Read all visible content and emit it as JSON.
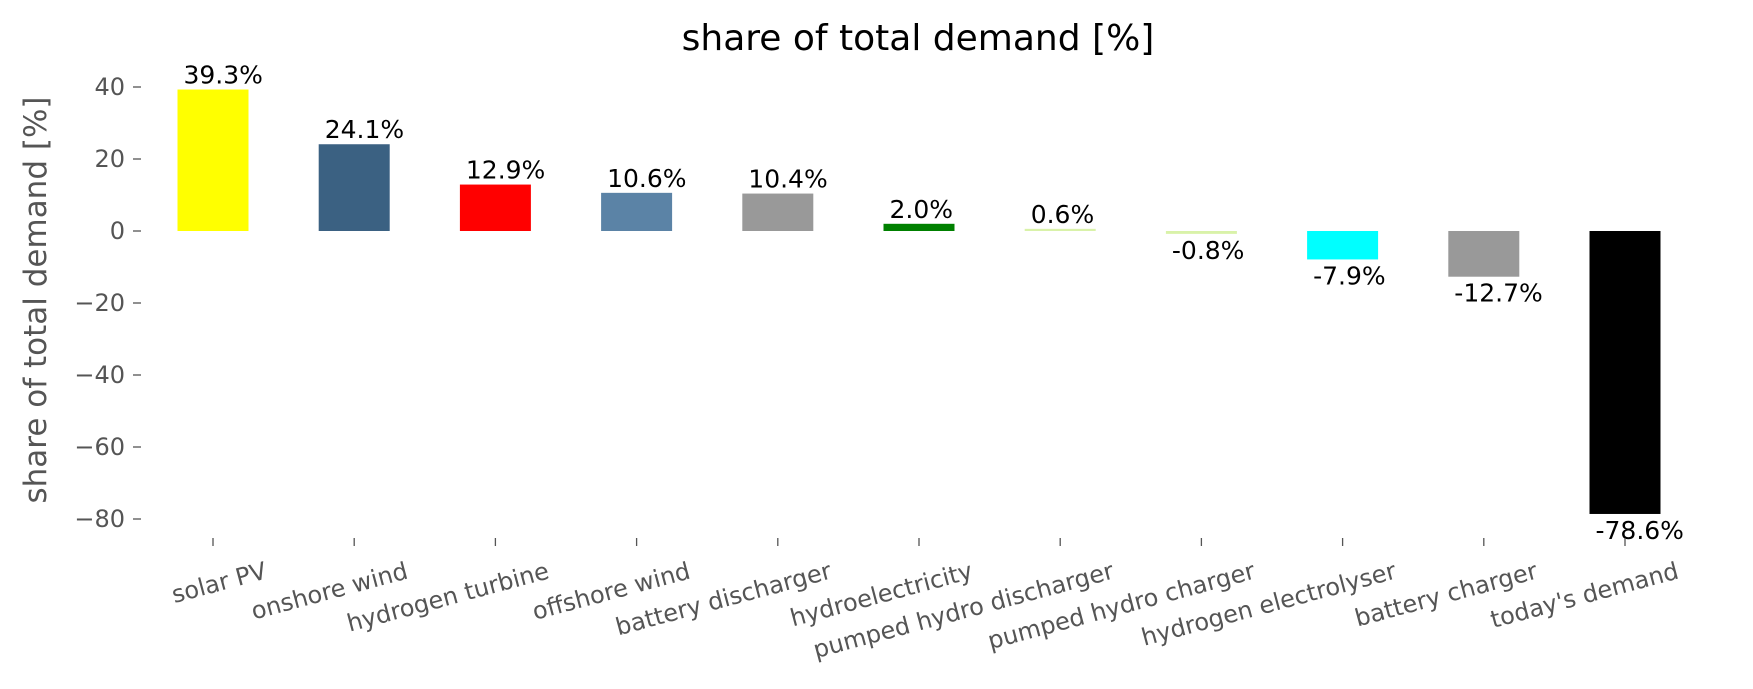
{
  "chart_data": {
    "type": "bar",
    "title": "share of total demand [%]",
    "xlabel": "",
    "ylabel": "share of total demand [%]",
    "ylim": [
      -86,
      45
    ],
    "yticks": [
      40,
      20,
      0,
      -20,
      -40,
      -60,
      -80
    ],
    "ytick_labels": [
      "40",
      "20",
      "0",
      "−20",
      "−40",
      "−60",
      "−80"
    ],
    "grid": false,
    "legend": "none",
    "categories": [
      "solar PV",
      "onshore wind",
      "hydrogen turbine",
      "offshore wind",
      "battery discharger",
      "hydroelectricity",
      "pumped hydro discharger",
      "pumped hydro charger",
      "hydrogen electrolyser",
      "battery charger",
      "today's demand"
    ],
    "values": [
      39.3,
      24.1,
      12.9,
      10.6,
      10.4,
      2.0,
      0.6,
      -0.8,
      -7.9,
      -12.7,
      -78.6
    ],
    "data_labels": [
      "39.3%",
      "24.1%",
      "12.9%",
      "10.6%",
      "10.4%",
      "2.0%",
      "0.6%",
      "-0.8%",
      "-7.9%",
      "-12.7%",
      "-78.6%"
    ],
    "colors": [
      "#ffff00",
      "#3b6182",
      "#ff0000",
      "#5b83a6",
      "#999999",
      "#008000",
      "#d9f2a9",
      "#d9f2a9",
      "#00ffff",
      "#999999",
      "#000000"
    ]
  }
}
